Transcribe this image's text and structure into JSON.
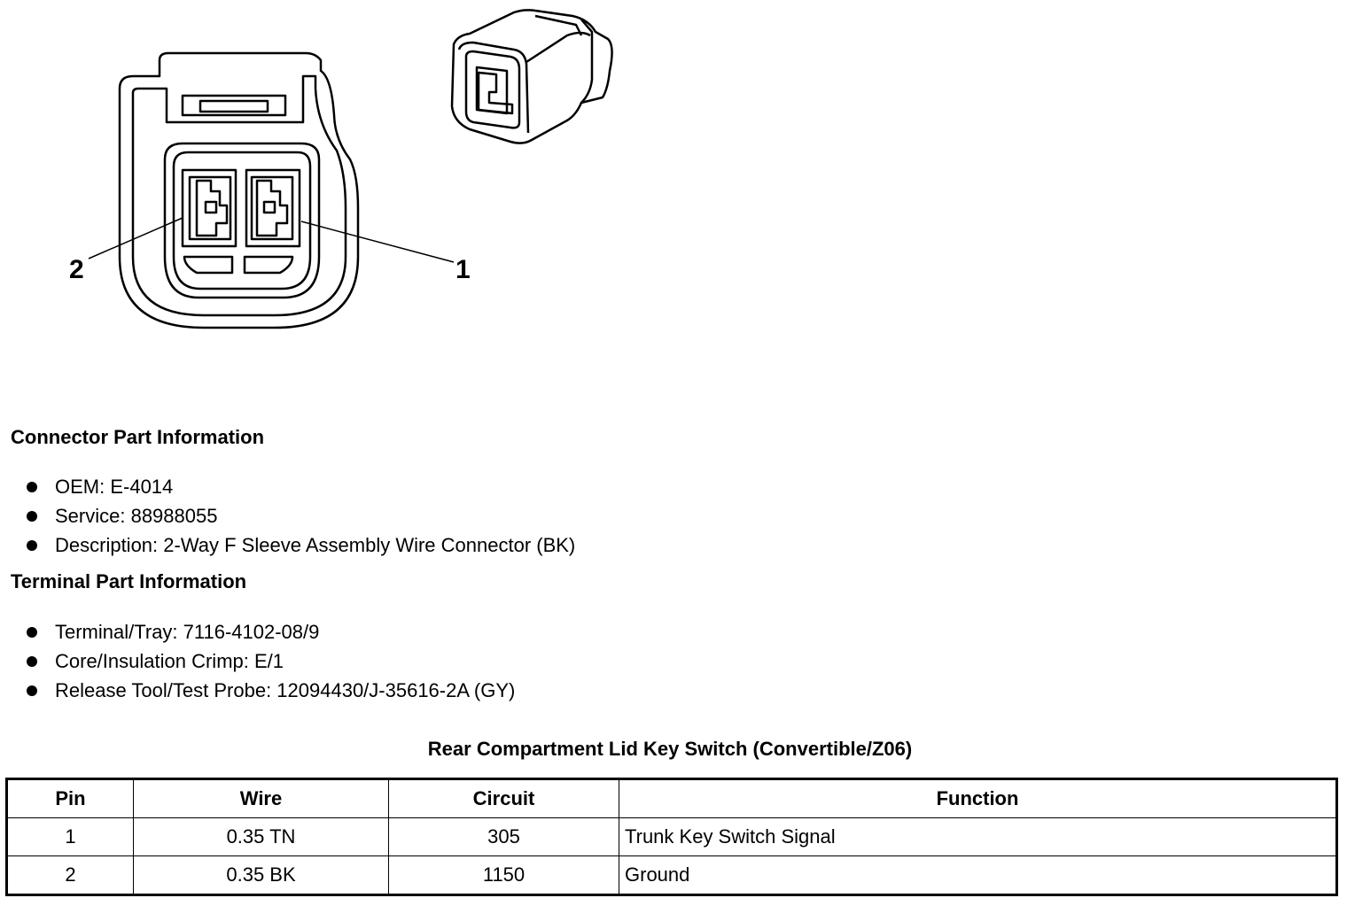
{
  "diagram": {
    "pin_labels": [
      "2",
      "1"
    ]
  },
  "connector_info": {
    "heading": "Connector Part Information",
    "items": [
      "OEM: E-4014",
      "Service: 88988055",
      "Description: 2-Way F Sleeve Assembly Wire Connector (BK)"
    ]
  },
  "terminal_info": {
    "heading": "Terminal Part Information",
    "items": [
      "Terminal/Tray: 7116-4102-08/9",
      "Core/Insulation Crimp: E/1",
      "Release Tool/Test Probe: 12094430/J-35616-2A (GY)"
    ]
  },
  "pinout_table": {
    "title": "Rear Compartment Lid Key Switch (Convertible/Z06)",
    "headers": [
      "Pin",
      "Wire",
      "Circuit",
      "Function"
    ],
    "rows": [
      [
        "1",
        "0.35 TN",
        "305",
        "Trunk Key Switch Signal"
      ],
      [
        "2",
        "0.35 BK",
        "1150",
        "Ground"
      ]
    ]
  }
}
